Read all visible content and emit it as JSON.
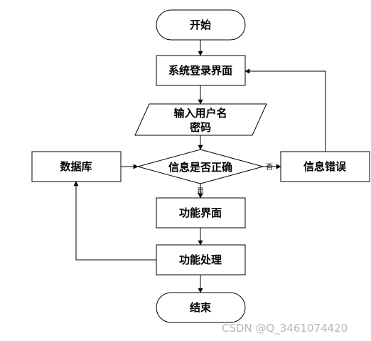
{
  "nodes": {
    "start": "开始",
    "login": "系统登录界面",
    "input_line1": "输入用户名",
    "input_line2": "密码",
    "decision": "信息是否正确",
    "database": "数据库",
    "error": "信息错误",
    "function_ui": "功能界面",
    "function_proc": "功能处理",
    "end": "结束"
  },
  "edges": {
    "yes": "是",
    "no": "否"
  },
  "watermark": "CSDN @Q_3461074420"
}
